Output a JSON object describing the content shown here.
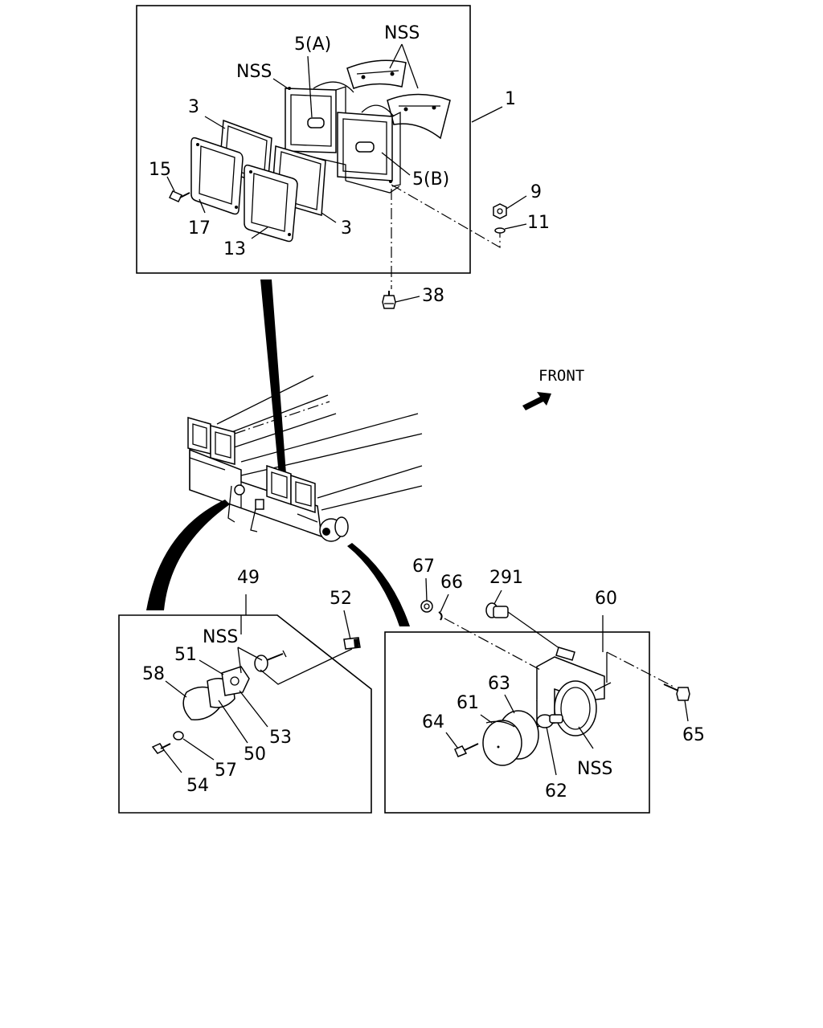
{
  "labels": {
    "n1": "1",
    "n3a": "3",
    "n3b": "3",
    "n5a": "5(A)",
    "n5b": "5(B)",
    "n9": "9",
    "n11": "11",
    "n13": "13",
    "n15": "15",
    "n17": "17",
    "n38": "38",
    "n49": "49",
    "n50": "50",
    "n51": "51",
    "n52": "52",
    "n53": "53",
    "n54": "54",
    "n57": "57",
    "n58": "58",
    "n60": "60",
    "n61": "61",
    "n62": "62",
    "n63": "63",
    "n64": "64",
    "n65": "65",
    "n66": "66",
    "n67": "67",
    "n291": "291",
    "nss_top_right": "NSS",
    "nss_top_left": "NSS",
    "nss_left_box": "NSS",
    "nss_right_box": "NSS",
    "front": "FRONT"
  }
}
